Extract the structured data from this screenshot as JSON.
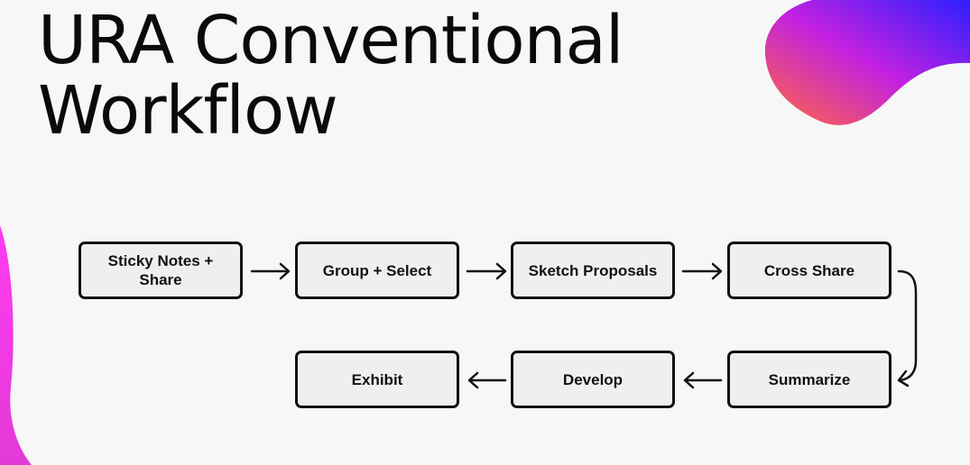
{
  "title": {
    "line1": "URA Conventional",
    "line2": "Workflow"
  },
  "colors": {
    "blob_start": "#ff6a3d",
    "blob_mid": "#c321e0",
    "blob_end": "#2b1fff",
    "accent_left": "#ff3cf0"
  },
  "workflow": {
    "steps": [
      {
        "id": "sticky-notes-share",
        "label": "Sticky Notes + Share"
      },
      {
        "id": "group-select",
        "label": "Group + Select"
      },
      {
        "id": "sketch-proposals",
        "label": "Sketch Proposals"
      },
      {
        "id": "cross-share",
        "label": "Cross Share"
      },
      {
        "id": "summarize",
        "label": "Summarize"
      },
      {
        "id": "develop",
        "label": "Develop"
      },
      {
        "id": "exhibit",
        "label": "Exhibit"
      }
    ],
    "edges": [
      {
        "from": "sticky-notes-share",
        "to": "group-select"
      },
      {
        "from": "group-select",
        "to": "sketch-proposals"
      },
      {
        "from": "sketch-proposals",
        "to": "cross-share"
      },
      {
        "from": "cross-share",
        "to": "summarize"
      },
      {
        "from": "summarize",
        "to": "develop"
      },
      {
        "from": "develop",
        "to": "exhibit"
      }
    ]
  }
}
